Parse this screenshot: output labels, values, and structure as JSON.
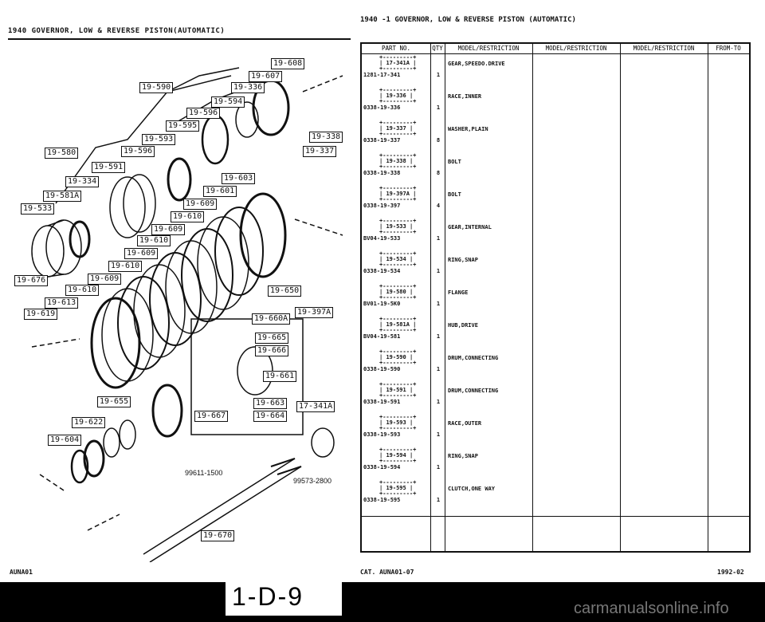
{
  "header": {
    "left_title": "1940   GOVERNOR, LOW & REVERSE PISTON(AUTOMATIC)",
    "right_title": "1940 -1   GOVERNOR, LOW & REVERSE PISTON (AUTOMATIC)"
  },
  "table": {
    "columns": [
      "PART NO.",
      "QTY",
      "MODEL/RESTRICTION",
      "MODEL/RESTRICTION",
      "MODEL/RESTRICTION",
      "FROM-TO"
    ],
    "rows": [
      {
        "code": "17-341A",
        "part_no": "1281-17-341",
        "qty": "1",
        "desc": "GEAR,SPEEDO.DRIVE"
      },
      {
        "code": "19-336",
        "part_no": "0338-19-336",
        "qty": "1",
        "desc": "RACE,INNER"
      },
      {
        "code": "19-337",
        "part_no": "0338-19-337",
        "qty": "8",
        "desc": "WASHER,PLAIN"
      },
      {
        "code": "19-338",
        "part_no": "0338-19-338",
        "qty": "8",
        "desc": "BOLT"
      },
      {
        "code": "19-397A",
        "part_no": "0338-19-397",
        "qty": "4",
        "desc": "BOLT"
      },
      {
        "code": "19-533",
        "part_no": "BV04-19-533",
        "qty": "1",
        "desc": "GEAR,INTERNAL"
      },
      {
        "code": "19-534",
        "part_no": "0338-19-534",
        "qty": "1",
        "desc": "RING,SNAP"
      },
      {
        "code": "19-580",
        "part_no": "BV01-19-5K0",
        "qty": "1",
        "desc": "FLANGE"
      },
      {
        "code": "19-581A",
        "part_no": "BV04-19-581",
        "qty": "1",
        "desc": "HUB,DRIVE"
      },
      {
        "code": "19-590",
        "part_no": "0338-19-590",
        "qty": "1",
        "desc": "DRUM,CONNECTING"
      },
      {
        "code": "19-591",
        "part_no": "0338-19-591",
        "qty": "1",
        "desc": "DRUM,CONNECTING"
      },
      {
        "code": "19-593",
        "part_no": "0338-19-593",
        "qty": "1",
        "desc": "RACE,OUTER"
      },
      {
        "code": "19-594",
        "part_no": "0338-19-594",
        "qty": "1",
        "desc": "RING,SNAP"
      },
      {
        "code": "19-595",
        "part_no": "0338-19-595",
        "qty": "1",
        "desc": "CLUTCH,ONE WAY"
      }
    ]
  },
  "diagram": {
    "labels": [
      "19-608",
      "19-607",
      "19-590",
      "19-336",
      "19-594",
      "19-596",
      "19-595",
      "19-593",
      "19-596",
      "19-338",
      "19-337",
      "19-580",
      "19-591",
      "19-334",
      "19-581A",
      "19-533",
      "19-603",
      "19-601",
      "19-609",
      "19-610",
      "19-609",
      "19-610",
      "19-609",
      "19-610",
      "19-609",
      "19-610",
      "19-676",
      "19-613",
      "19-619",
      "19-650",
      "19-397A",
      "19-660A",
      "19-665",
      "19-666",
      "19-661",
      "19-655",
      "19-667",
      "19-663",
      "19-664",
      "17-341A",
      "19-622",
      "19-604",
      "19-670"
    ],
    "tool1": "99611-1500",
    "tool2": "99573-2800"
  },
  "footer": {
    "left": "AUNA01",
    "catalog": "CAT. AUNA01-07",
    "date": "1992-02",
    "page_tab": "1-D-9",
    "watermark": "carmanualsonline.info"
  }
}
